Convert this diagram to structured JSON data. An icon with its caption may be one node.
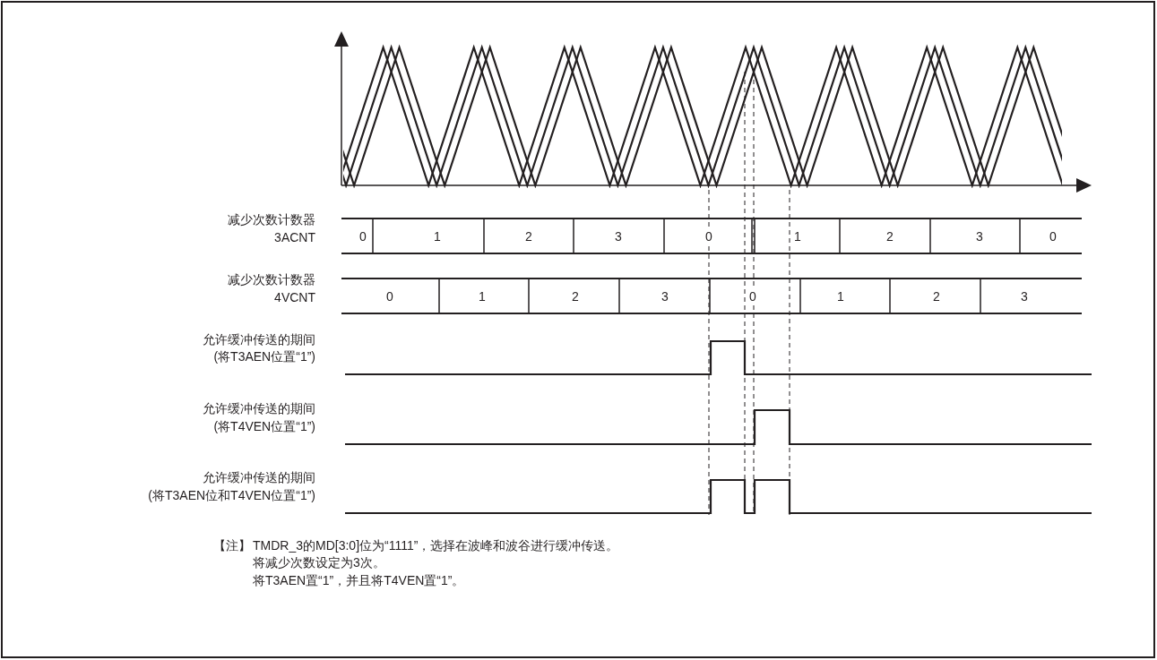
{
  "diagram": {
    "labels": [
      "减少次数计数器",
      "3ACNT",
      "0",
      "1",
      "2",
      "3",
      "0",
      "1",
      "2",
      "3",
      "0",
      "减少次数计数器",
      "4VCNT",
      "0",
      "1",
      "2",
      "3",
      "0",
      "1",
      "2",
      "3",
      "允许缓冲传送的期间",
      "(将T3AEN位置“1”)",
      "允许缓冲传送的期间",
      "(将T4VEN位置“1”)",
      "允许缓冲传送的期间",
      "(将T3AEN位和T4VEN位置“1”)",
      "【注】",
      "TMDR_3的MD[3:0]位为“1111”，选择在波峰和波谷进行缓冲传送。",
      "将减少次数设定为3次。",
      "将T3AEN置“1”，并且将T4VEN置“1”。"
    ]
  }
}
